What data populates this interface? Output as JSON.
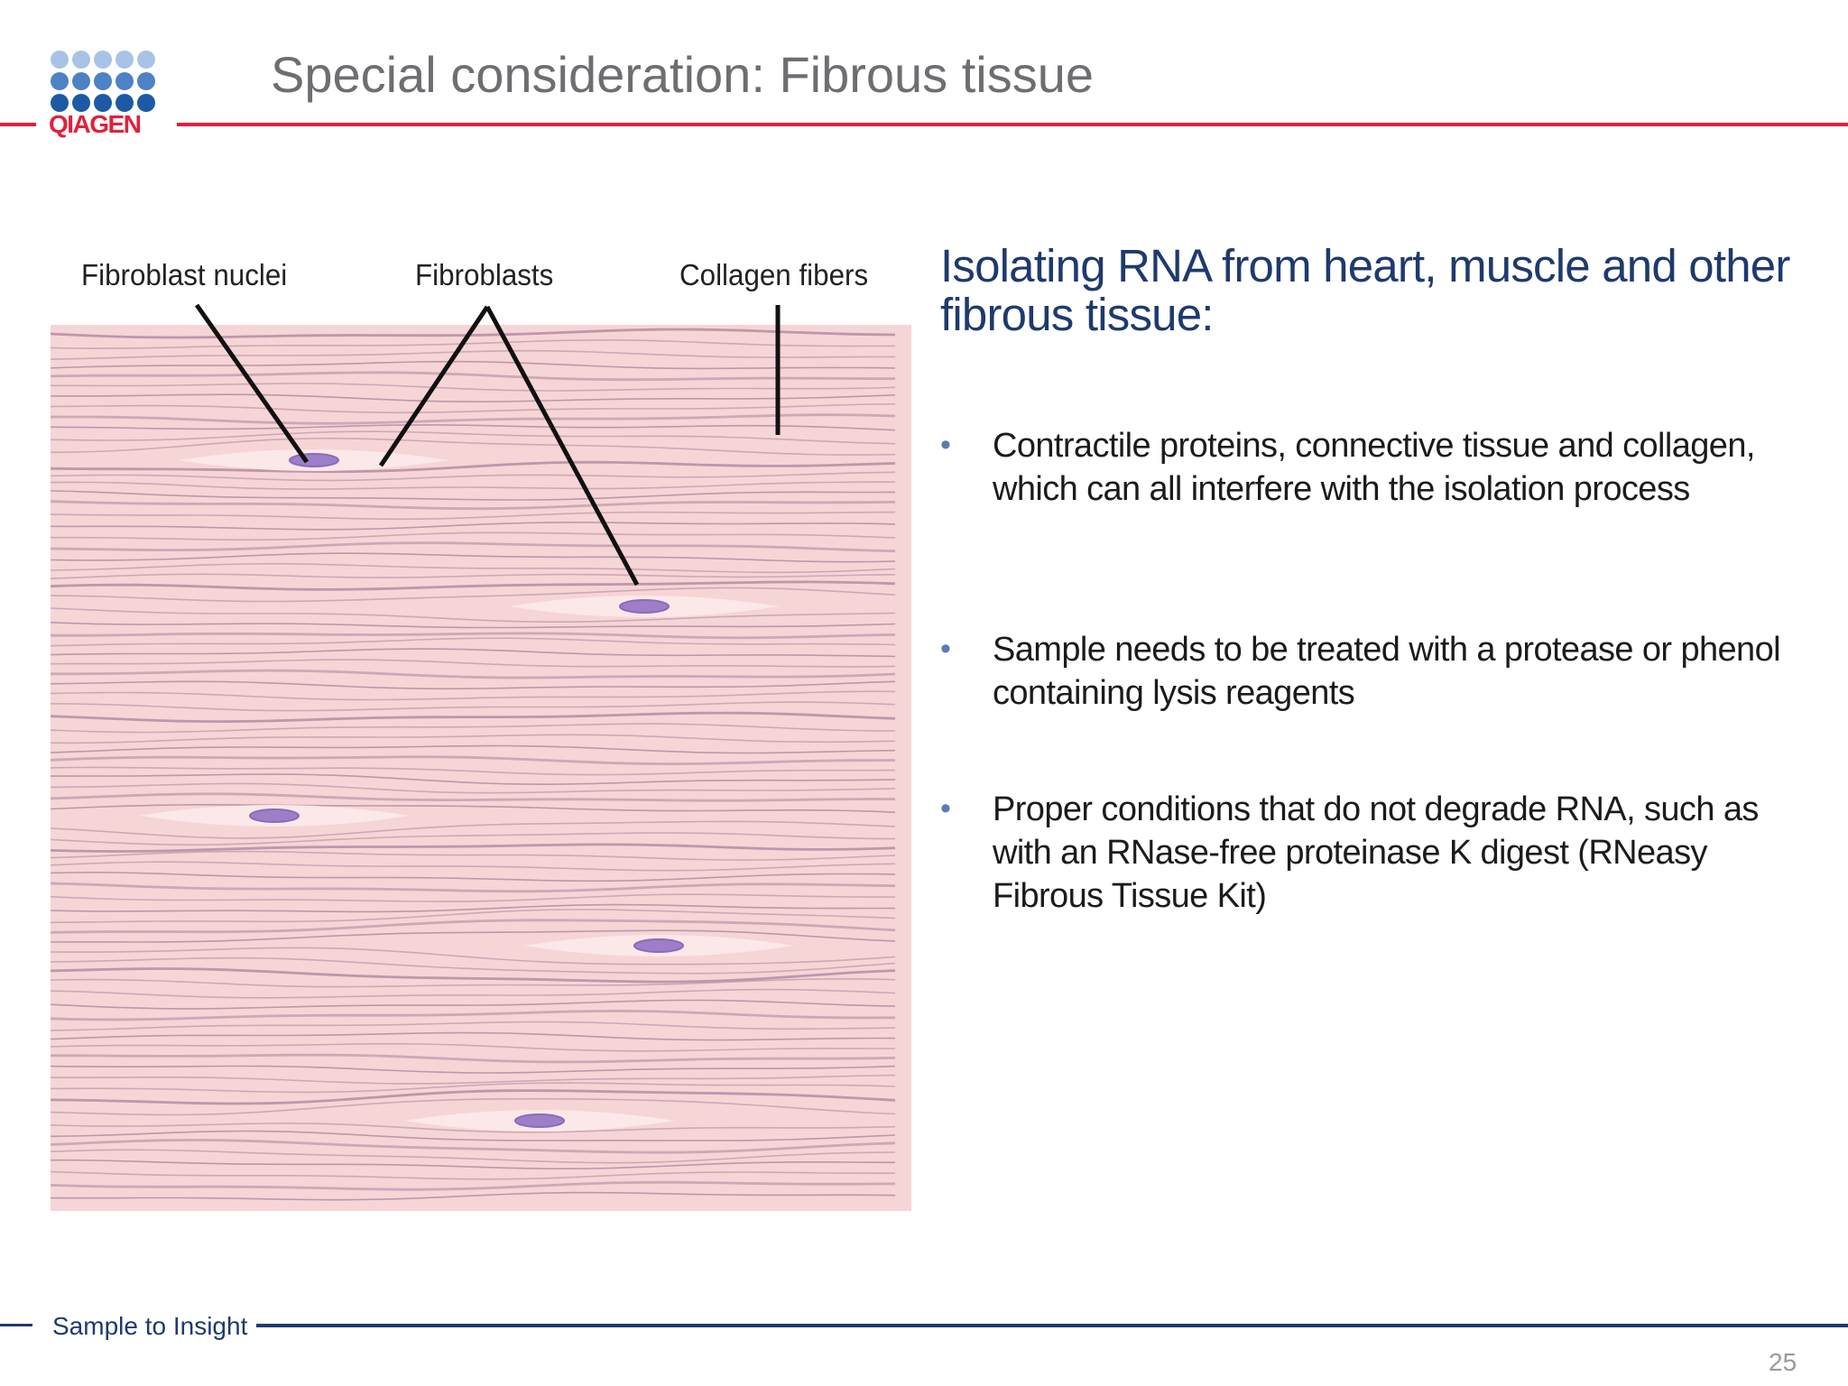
{
  "header": {
    "logo_text": "QIAGEN",
    "title": "Special consideration: Fibrous tissue"
  },
  "figure": {
    "labels": {
      "fibroblast_nuclei": "Fibroblast nuclei",
      "fibroblasts": "Fibroblasts",
      "collagen_fibers": "Collagen fibers"
    }
  },
  "content": {
    "heading": "Isolating RNA from heart, muscle and other fibrous tissue:",
    "bullets": [
      {
        "text": "Contractile proteins, connective tissue and collagen, which can all interfere with the isolation process"
      },
      {
        "text": "Sample needs to be treated with a protease or phenol containing lysis reagents"
      },
      {
        "text": "Proper conditions that do not degrade RNA, such as with an RNase-free proteinase K digest (RNeasy Fibrous Tissue Kit)"
      }
    ],
    "bullet_symbol": "•"
  },
  "footer": {
    "tagline": "Sample to Insight",
    "page_number": "25"
  },
  "colors": {
    "brand_red": "#e2203b",
    "brand_blue": "#1e3a6e",
    "logo_dot_light": "#a9c3e6",
    "logo_dot_mid": "#4d82c4",
    "logo_dot_dark": "#1c5aa3",
    "tissue_bg": "#f6d5d6",
    "fiber": "#b98fa6",
    "nucleus": "#9d7ec8"
  },
  "icons": {
    "logo": "qiagen-dot-grid-logo"
  }
}
